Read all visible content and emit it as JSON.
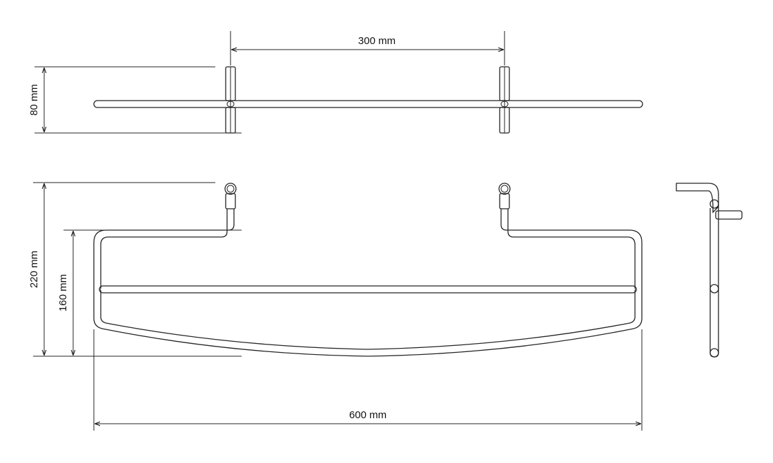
{
  "dimensions": {
    "top_spacing": "300 mm",
    "top_height": "80 mm",
    "front_height_total": "220 mm",
    "front_height_inner": "160 mm",
    "front_width": "600 mm"
  },
  "colors": {
    "line": "#222222",
    "background": "#ffffff"
  }
}
